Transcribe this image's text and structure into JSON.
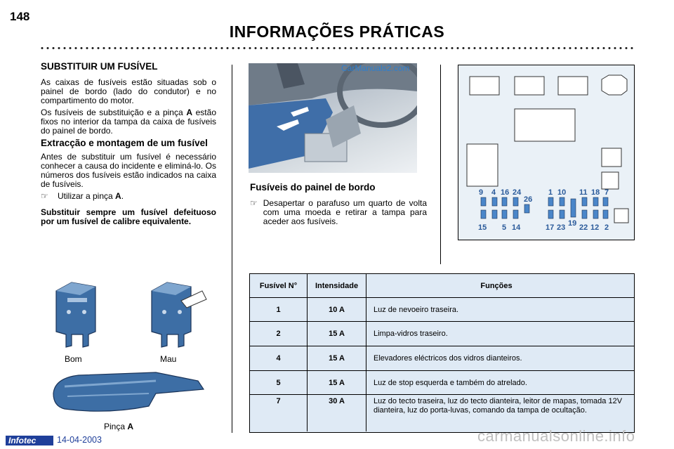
{
  "page": {
    "number": "148",
    "title": "INFORMAÇÕES PRÁTICAS"
  },
  "left": {
    "heading": "SUBSTITUIR UM FUSÍVEL",
    "p1": "As caixas de fusíveis estão situadas sob o painel de bordo (lado do condutor) e no compartimento do motor.",
    "p2_pre": "Os fusíveis de substituição e a pinça ",
    "p2_bold": "A",
    "p2_post": " estão fixos no interior da tampa da caixa de fusíveis do painel de bordo.",
    "subheading": "Extracção e montagem de um fusível",
    "p3": "Antes de substituir um fusível é necessário conhecer a causa do incidente e eliminá-lo. Os números dos fusíveis estão indicados na caixa de fusíveis.",
    "bullet_pre": "Utilizar a pinça ",
    "bullet_bold": "A",
    "bullet_post": ".",
    "warning": "Substituir sempre um fusível defeituoso por um fusível de calibre equivalente."
  },
  "fuse_captions": {
    "good": "Bom",
    "bad": "Mau",
    "pliers_pre": "Pinça ",
    "pliers_bold": "A"
  },
  "middle": {
    "heading": "Fusíveis do painel de bordo",
    "bullet": "Desapertar o parafuso um quarto de volta com uma moeda e retirar a tampa para aceder aos fusíveis."
  },
  "fusebox_labels": {
    "top": [
      "9",
      "4",
      "16",
      "24",
      "26",
      "1",
      "10",
      "11",
      "18",
      "7"
    ],
    "bottom": [
      "15",
      "5",
      "14",
      "17",
      "23",
      "19",
      "22",
      "12",
      "2"
    ]
  },
  "table": {
    "headers": {
      "num": "Fusível N°",
      "amp": "Intensidade",
      "func": "Funções"
    },
    "rows": [
      {
        "num": "1",
        "amp": "10 A",
        "func": "Luz de nevoeiro traseira."
      },
      {
        "num": "2",
        "amp": "15 A",
        "func": "Limpa-vidros traseiro."
      },
      {
        "num": "4",
        "amp": "15 A",
        "func": "Elevadores eléctricos dos vidros dianteiros."
      },
      {
        "num": "5",
        "amp": "15 A",
        "func": "Luz de stop esquerda e também do atrelado."
      },
      {
        "num": "7",
        "amp": "30 A",
        "func": "Luz do tecto traseira, luz do tecto dianteira, leitor de mapas, tomada 12V dianteira, luz do porta-luvas, comando da tampa de ocultação."
      }
    ]
  },
  "footer": {
    "logo": "Infotec",
    "date": "14-04-2003"
  },
  "watermarks": {
    "top": "CarManuals2.com",
    "bottom": "carmanualsonline.info"
  }
}
